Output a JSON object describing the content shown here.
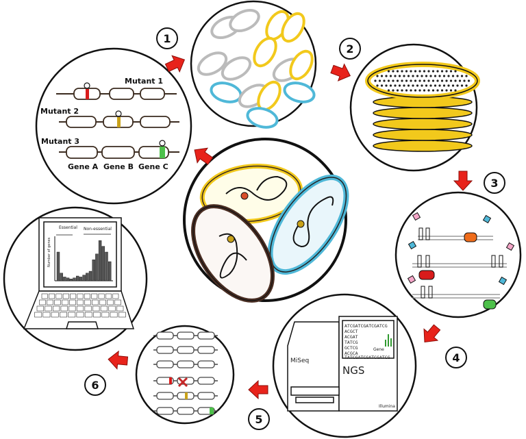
{
  "steps": [
    {
      "number": "1"
    },
    {
      "number": "2"
    },
    {
      "number": "3"
    },
    {
      "number": "4"
    },
    {
      "number": "5"
    },
    {
      "number": "6"
    }
  ],
  "mutants_panel": {
    "mutant_1": "Mutant 1",
    "mutant_2": "Mutant 2",
    "mutant_3": "Mutant 3",
    "gene_a": "Gene A",
    "gene_b": "Gene B",
    "gene_c": "Gene C"
  },
  "laptop_panel": {
    "essential": "Essential",
    "non_essential": "Non-essential",
    "ylabel": "Number of genes"
  },
  "sequencer_panel": {
    "machine_label": "MiSeq",
    "ngs_label": "NGS",
    "brand": "Illumina",
    "sequence_lines": [
      "ATCGATCGATCGATCG",
      "ACGCT",
      "ACGAT",
      "TATCG",
      "GCTCG",
      "ACGCA",
      "TATCGATCGATCGATCG"
    ],
    "gene_label": "Gene"
  },
  "colors": {
    "arrow": "#e8231b",
    "yellow_cell": "#f2c91c",
    "blue_cell": "#4fb8d8",
    "brown_cell": "#4a2e23",
    "outline": "#111111"
  }
}
